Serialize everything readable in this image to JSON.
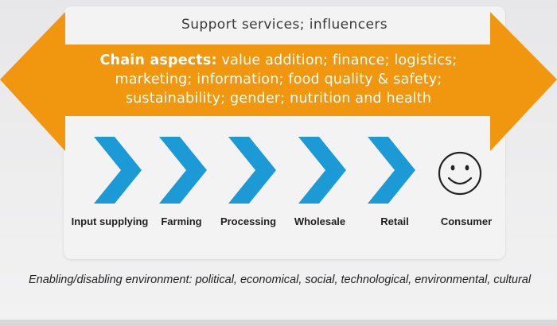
{
  "support_services": "Support services; influencers",
  "chain_aspects": {
    "label": "Chain aspects:",
    "text": " value addition; finance; logistics; marketing; information; food quality & safety; sustainability; gender; nutrition and health"
  },
  "stages": [
    {
      "label": "Input supplying"
    },
    {
      "label": "Farming"
    },
    {
      "label": "Processing"
    },
    {
      "label": "Wholesale"
    },
    {
      "label": "Retail"
    },
    {
      "label": "Consumer"
    }
  ],
  "environment_text": "Enabling/disabling environment: political, economical, social, technological, environmental, cultural",
  "colors": {
    "arrow": "#f0960f",
    "chevron": "#1c9ad6",
    "smiley": "#222222"
  },
  "icons": [
    "double-arrow-icon",
    "chevron-icon",
    "smiley-icon"
  ]
}
